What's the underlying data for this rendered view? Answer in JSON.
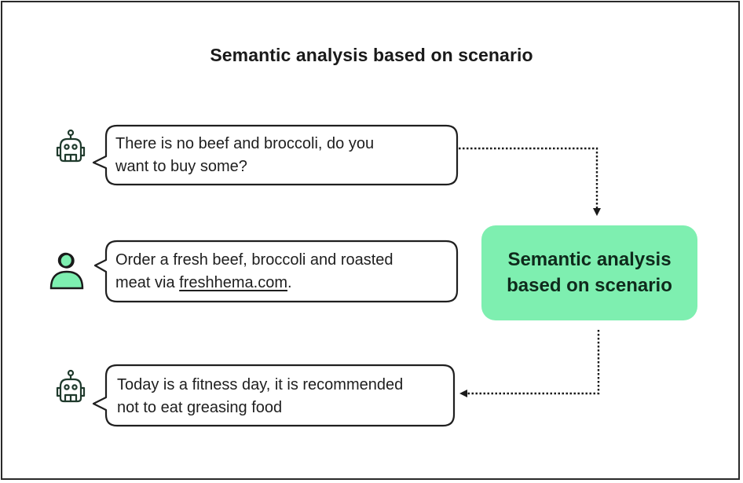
{
  "title": "Semantic analysis based on scenario",
  "hub": {
    "label": "Semantic analysis based on scenario",
    "line1": "Semantic analysis",
    "line2": "based on scenario",
    "color": "#7eefb0"
  },
  "accent_color": "#7eefb0",
  "messages": [
    {
      "speaker": "robot",
      "icon": "robot-icon",
      "line1": "There is no beef and broccoli, do you",
      "line2": "want to buy some?"
    },
    {
      "speaker": "user",
      "icon": "user-icon",
      "line1": "Order a fresh beef, broccoli and roasted",
      "line2_prefix": "meat via ",
      "link": "freshhema.com",
      "line2_suffix": "."
    },
    {
      "speaker": "robot",
      "icon": "robot-icon",
      "line1": "Today is a fitness day, it is recommended",
      "line2": "not to eat greasing food"
    }
  ]
}
